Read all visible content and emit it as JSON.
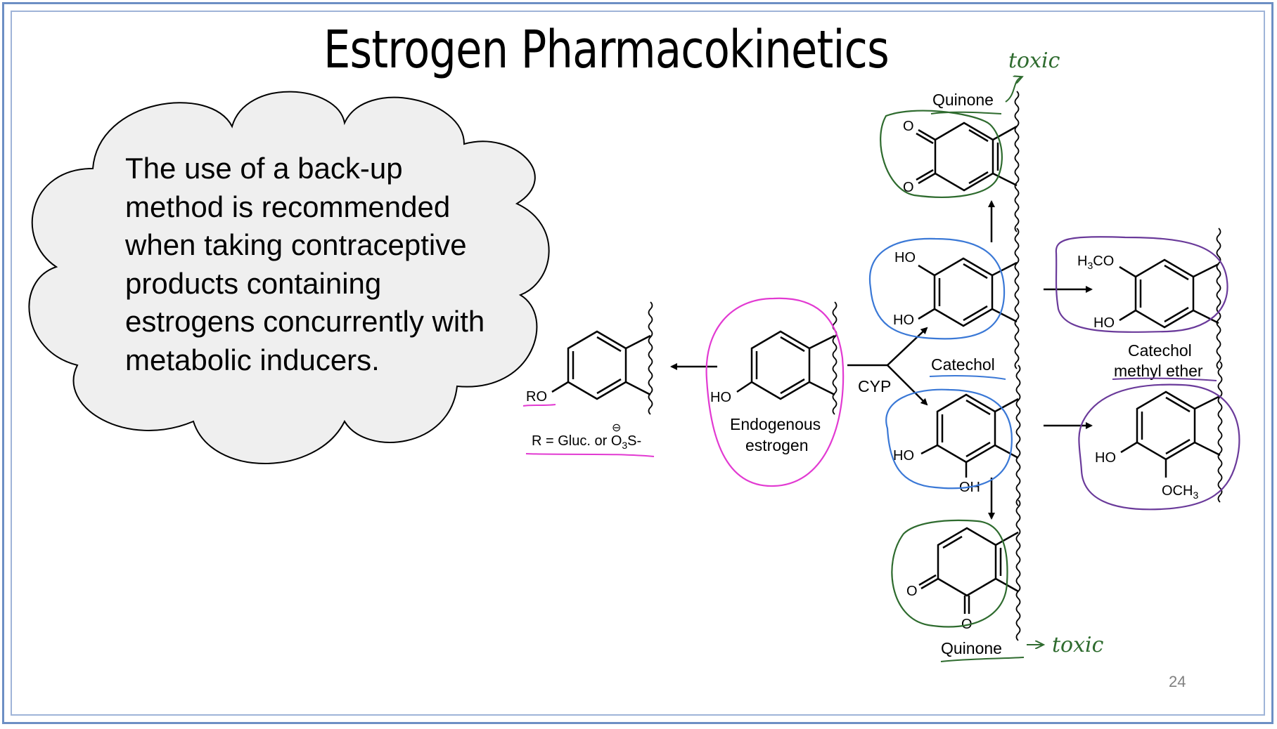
{
  "slide": {
    "title": "Estrogen Pharmacokinetics",
    "page_number": "24"
  },
  "callout": {
    "lines": [
      "The use of a back-up",
      "method is recommended",
      "when taking contraceptive",
      "products containing",
      "estrogens concurrently with",
      "metabolic inducers."
    ]
  },
  "diagram": {
    "conjugate": {
      "ro_label": "RO",
      "r_definition_prefix": "R = Gluc. or ",
      "r_definition_charge": "⊖",
      "r_definition_o": "O",
      "r_definition_sub": "3",
      "r_definition_suffix": "S-"
    },
    "parent": {
      "ho_label": "HO",
      "name_line1": "Endogenous",
      "name_line2": "estrogen"
    },
    "enzyme_label": "CYP",
    "catechol_2oh": {
      "ho_top": "HO",
      "ho_bottom": "HO"
    },
    "catechol_label": "Catechol",
    "catechol_4oh": {
      "ho": "HO",
      "oh": "OH"
    },
    "quinone_top": {
      "label": "Quinone",
      "o_top": "O",
      "o_bottom": "O"
    },
    "quinone_bottom": {
      "label": "Quinone",
      "o_left": "O",
      "o_bottom": "O"
    },
    "methyl_ether_top": {
      "h3co_h": "H",
      "h3co_sub": "3",
      "h3co_co": "CO",
      "ho": "HO"
    },
    "methyl_ether_label_line1": "Catechol",
    "methyl_ether_label_line2": "methyl ether",
    "methyl_ether_bottom": {
      "ho": "HO",
      "och3_och": "OCH",
      "och3_sub": "3"
    }
  },
  "annotations": {
    "toxic_top": "toxic",
    "toxic_bottom": "toxic",
    "colors": {
      "green": "#2e6b2e",
      "blue": "#3a78d6",
      "magenta": "#e23ad2",
      "purple": "#6a3a9a",
      "frame": "#6d8fc4"
    }
  }
}
